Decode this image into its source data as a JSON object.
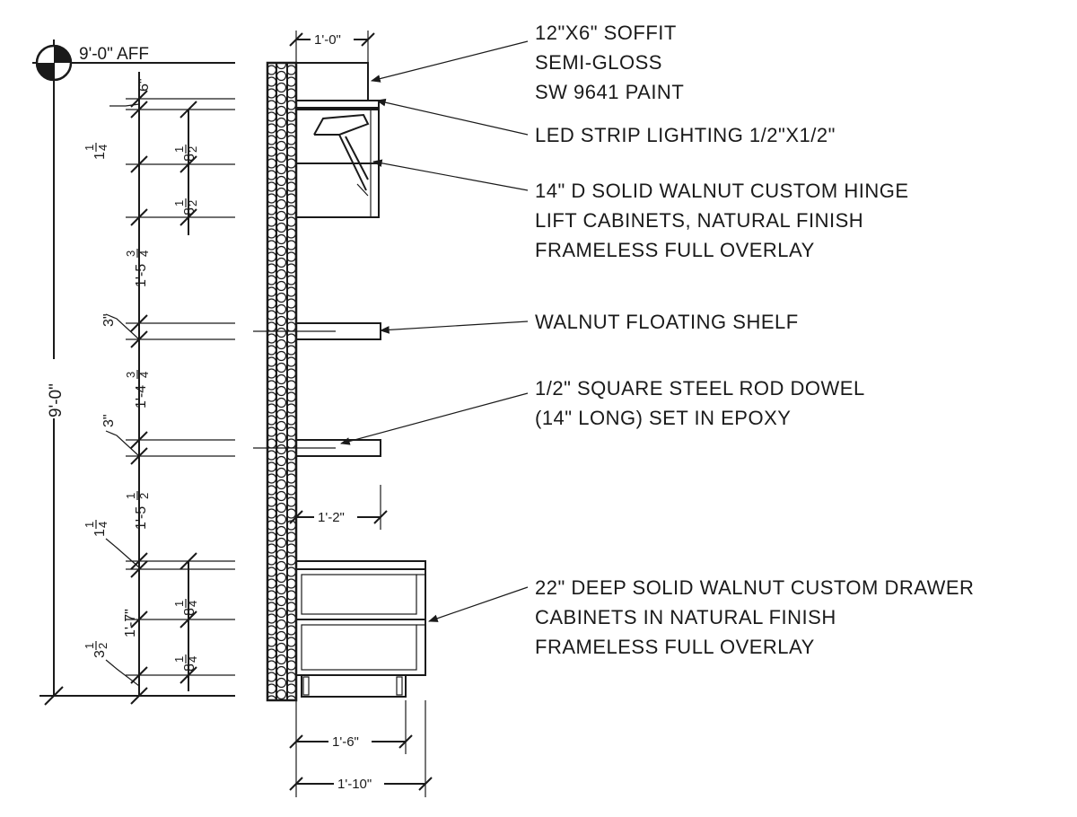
{
  "elevation_mark": {
    "label": "9'-0\" AFF"
  },
  "callouts": [
    {
      "lines": [
        "12\"X6\" SOFFIT",
        "SEMI-GLOSS",
        "SW 9641 PAINT"
      ]
    },
    {
      "lines": [
        "LED STRIP LIGHTING 1/2\"X1/2\""
      ]
    },
    {
      "lines": [
        "14\" D SOLID WALNUT CUSTOM HINGE",
        "LIFT CABINETS, NATURAL FINISH",
        "FRAMELESS FULL OVERLAY"
      ]
    },
    {
      "lines": [
        "WALNUT FLOATING SHELF"
      ]
    },
    {
      "lines": [
        "1/2\" SQUARE STEEL ROD DOWEL",
        "(14\" LONG) SET IN EPOXY"
      ]
    },
    {
      "lines": [
        "22\" DEEP SOLID WALNUT CUSTOM DRAWER",
        "CABINETS IN NATURAL FINISH",
        "FRAMELESS FULL OVERLAY"
      ]
    }
  ],
  "horizontal_dims": {
    "soffit_depth": "1'-0\"",
    "shelf_depth": "1'-2\"",
    "drawer_box_depth": "1'-6\"",
    "base_depth": "1'-10\""
  },
  "vertical_dims": {
    "overall": "9'-0\"",
    "soffit": "6\"",
    "upper_gap": {
      "whole": "1",
      "num": "1",
      "den": "4"
    },
    "upper_door_1": {
      "whole": "8",
      "num": "1",
      "den": "2"
    },
    "upper_door_2": {
      "whole": "8",
      "num": "1",
      "den": "2"
    },
    "upper_to_shelf": {
      "whole": "1'-5",
      "num": "3",
      "den": "4"
    },
    "shelf_1_thk": "3\"",
    "shelf_spacing": {
      "whole": "1'-4",
      "num": "3",
      "den": "4"
    },
    "shelf_2_thk": "3\"",
    "shelf_to_counter": {
      "whole": "1'-5",
      "num": "1",
      "den": "2"
    },
    "counter_thk": {
      "whole": "1",
      "num": "1",
      "den": "4"
    },
    "base_height": "1'-7\"",
    "drawer_1": {
      "whole": "8",
      "num": "1",
      "den": "4"
    },
    "drawer_2": {
      "whole": "8",
      "num": "1",
      "den": "4"
    },
    "toe_kick": {
      "whole": "3",
      "num": "1",
      "den": "2"
    }
  }
}
